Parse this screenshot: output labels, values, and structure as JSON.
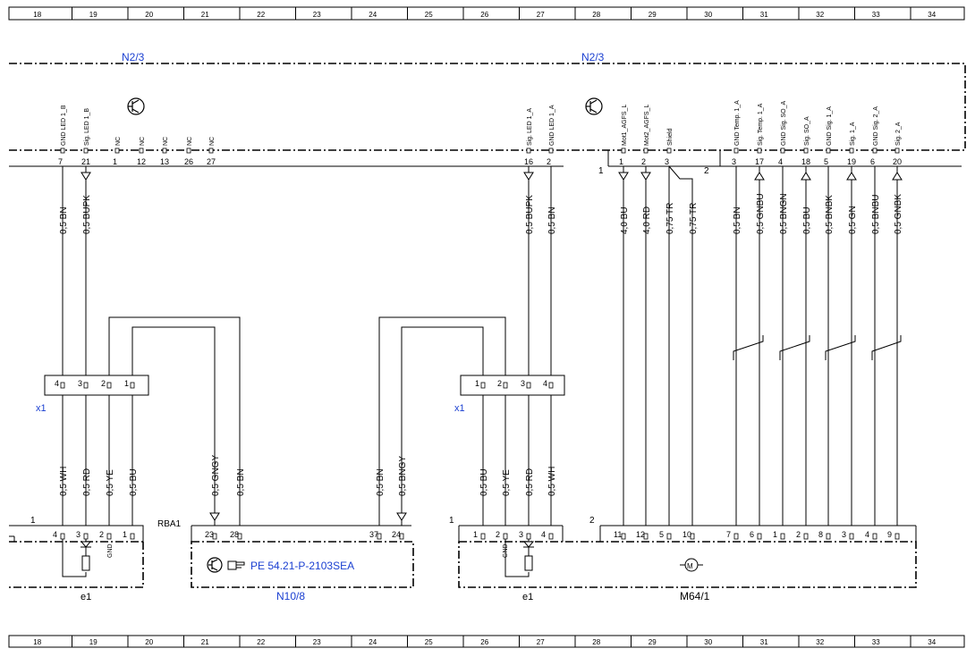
{
  "grid": {
    "labels": [
      "18",
      "19",
      "20",
      "21",
      "22",
      "23",
      "24",
      "25",
      "26",
      "27",
      "28",
      "29",
      "30",
      "31",
      "32",
      "33",
      "34"
    ]
  },
  "components": {
    "n2_3_left": "N2/3",
    "n2_3_right": "N2/3",
    "x1_left": "x1",
    "x1_right": "x1",
    "e1_left": "e1",
    "e1_right": "e1",
    "n10_8": "N10/8",
    "m64_1": "M64/1",
    "rba1": "RBA1",
    "ref_doc": "PE 54.21-P-2103SEA",
    "conn1_a": "1",
    "conn1_b": "1",
    "conn2_a": "2",
    "conn1_c": "1",
    "conn2_b": "2"
  },
  "n2_3_pins": [
    {
      "label": "GND LED 1_B",
      "num": "7"
    },
    {
      "label": "Sig. LED 1_B",
      "num": "21"
    },
    {
      "label": "NC",
      "num": "1"
    },
    {
      "label": "NC",
      "num": "12"
    },
    {
      "label": "NC",
      "num": "13"
    },
    {
      "label": "NC",
      "num": "26"
    },
    {
      "label": "NC",
      "num": "27"
    },
    {
      "label": "Sig. LED 1_A",
      "num": "16"
    },
    {
      "label": "GND LED 1_A",
      "num": "2"
    },
    {
      "label": "Mot1_AGFS_L",
      "num": "1"
    },
    {
      "label": "Mot2_AGFS_L",
      "num": "2"
    },
    {
      "label": "Shield",
      "num": "3"
    },
    {
      "label": "GND Temp. 1_A",
      "num": "3"
    },
    {
      "label": "Sig. Temp. 1_A",
      "num": "17"
    },
    {
      "label": "GND Sig. SO_A",
      "num": "4"
    },
    {
      "label": "Sig. SO_A",
      "num": "18"
    },
    {
      "label": "GND Sig. 1_A",
      "num": "5"
    },
    {
      "label": "Sig. 1_A",
      "num": "19"
    },
    {
      "label": "GND Sig. 2_A",
      "num": "6"
    },
    {
      "label": "Sig. 2_A",
      "num": "20"
    }
  ],
  "wires_upper": [
    "0,5 BN",
    "0,5 BUPK",
    "0,5 BUPK",
    "0,5 BN",
    "4,0 BU",
    "4,0 RD",
    "0,75 TR",
    "0,75 TR",
    "0,5 BN",
    "0,5 GNBU",
    "0,5 BNGN",
    "0,5 BU",
    "0,5 BNBK",
    "0,5 GN",
    "0,5 BNBU",
    "0,5 GNBK"
  ],
  "wires_lower": [
    "0,5 WH",
    "0,5 RD",
    "0,5 YE",
    "0,5 BU",
    "0,5 GNGY",
    "0,5 BN",
    "0,5 BN",
    "0,5 BNGY",
    "0,5 BU",
    "0,5 YE",
    "0,5 RD",
    "0,5 WH"
  ],
  "x1_left_pins": [
    "4",
    "3",
    "2",
    "1"
  ],
  "x1_right_pins": [
    "1",
    "2",
    "3",
    "4"
  ],
  "e1_left_pins": [
    "4",
    "3",
    "2",
    "1"
  ],
  "n10_pins": [
    "23",
    "28",
    "37",
    "24"
  ],
  "e1_right_pins": [
    "1",
    "2",
    "3",
    "4"
  ],
  "m64_pins": [
    "11",
    "12",
    "5",
    "10",
    "7",
    "6",
    "1",
    "2",
    "8",
    "3",
    "4",
    "9"
  ],
  "gnd_label": "GND"
}
